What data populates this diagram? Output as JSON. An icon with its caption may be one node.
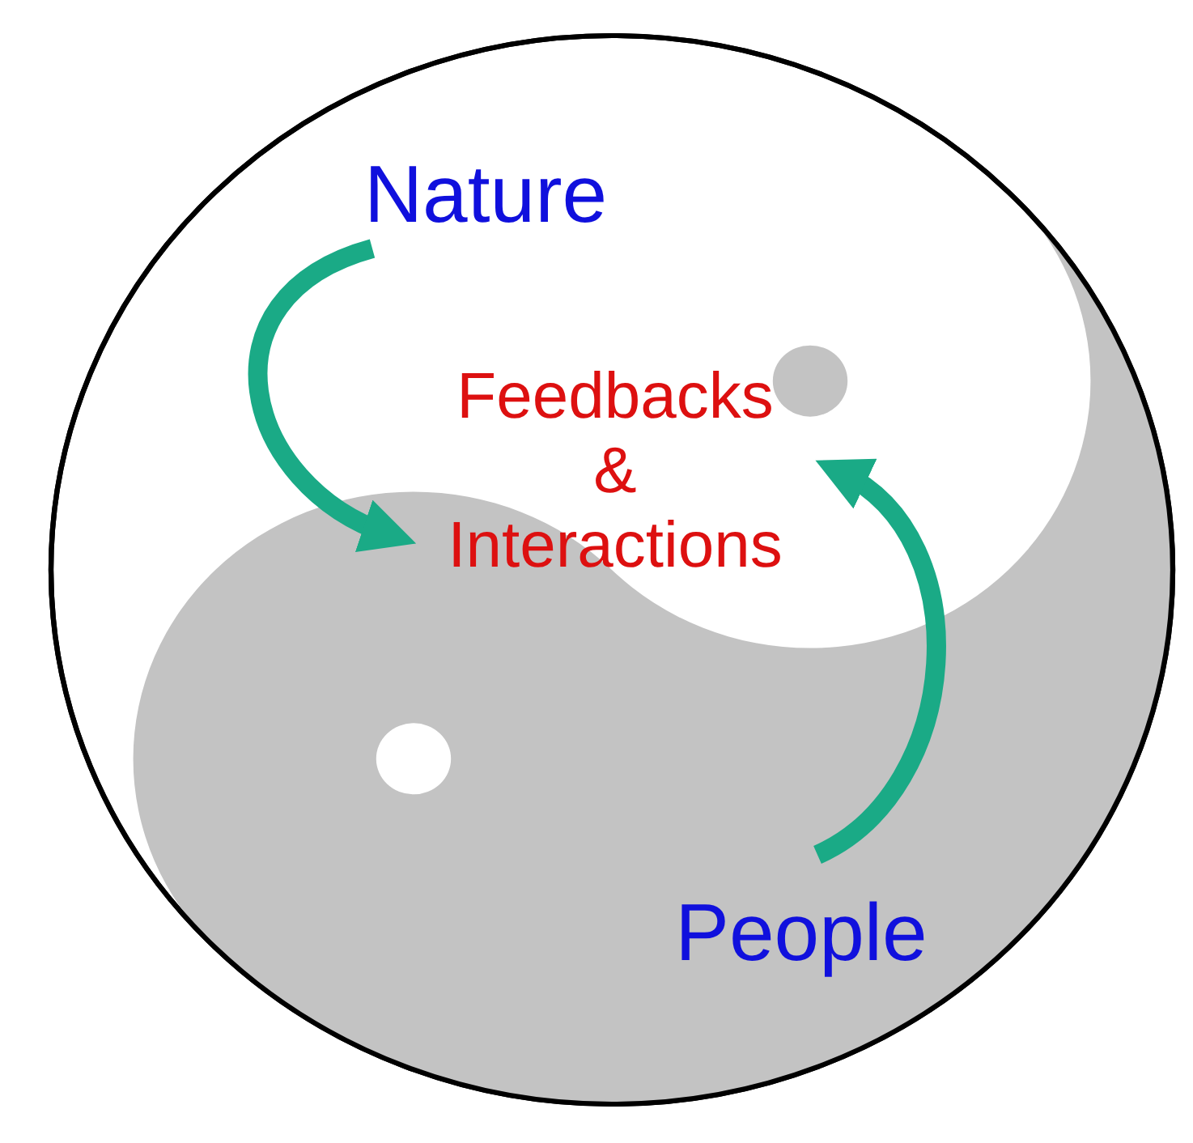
{
  "diagram": {
    "nodes": [
      {
        "text": [
          "Nature"
        ]
      },
      {
        "text": [
          "Feedbacks & Interactions"
        ]
      },
      {
        "text": [
          "People"
        ]
      }
    ],
    "edges": [
      {
        "from": 0,
        "to": 1,
        "arrow": "to"
      },
      {
        "from": 2,
        "to": 1,
        "arrow": "to"
      }
    ]
  }
}
